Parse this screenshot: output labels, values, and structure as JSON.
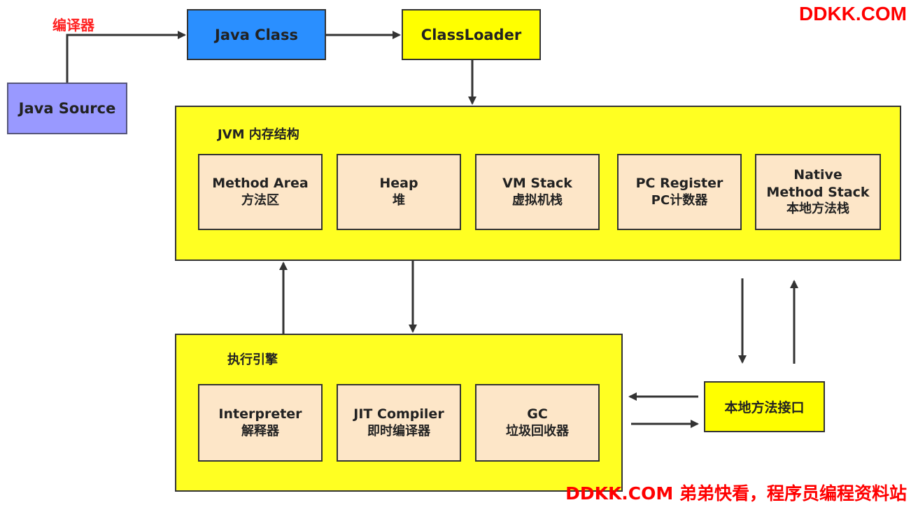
{
  "watermark": {
    "top": "DDKK.COM",
    "bottom": "DDKK.COM 弟弟快看，程序员编程资料站"
  },
  "compiler_label": "编译器",
  "java_source": "Java Source",
  "java_class": "Java Class",
  "class_loader": "ClassLoader",
  "jvm": {
    "title": "JVM 内存结构",
    "areas": [
      {
        "en": "Method Area",
        "cn": "方法区"
      },
      {
        "en": "Heap",
        "cn": "堆"
      },
      {
        "en": "VM Stack",
        "cn": "虚拟机栈"
      },
      {
        "en": "PC Register",
        "cn": "PC计数器"
      },
      {
        "en": "Native\nMethod Stack",
        "cn": "本地方法栈"
      }
    ]
  },
  "engine": {
    "title": "执行引擎",
    "parts": [
      {
        "en": "Interpreter",
        "cn": "解释器"
      },
      {
        "en": "JIT Compiler",
        "cn": "即时编译器"
      },
      {
        "en": "GC",
        "cn": "垃圾回收器"
      }
    ]
  },
  "native_interface": "本地方法接口",
  "colors": {
    "java_source": "#9999ff",
    "java_class": "#2a8fff",
    "yellow": "#ffff22",
    "cell": "#fde6c8",
    "compiler_label": "#ff2222",
    "watermark": "#ff0000"
  }
}
